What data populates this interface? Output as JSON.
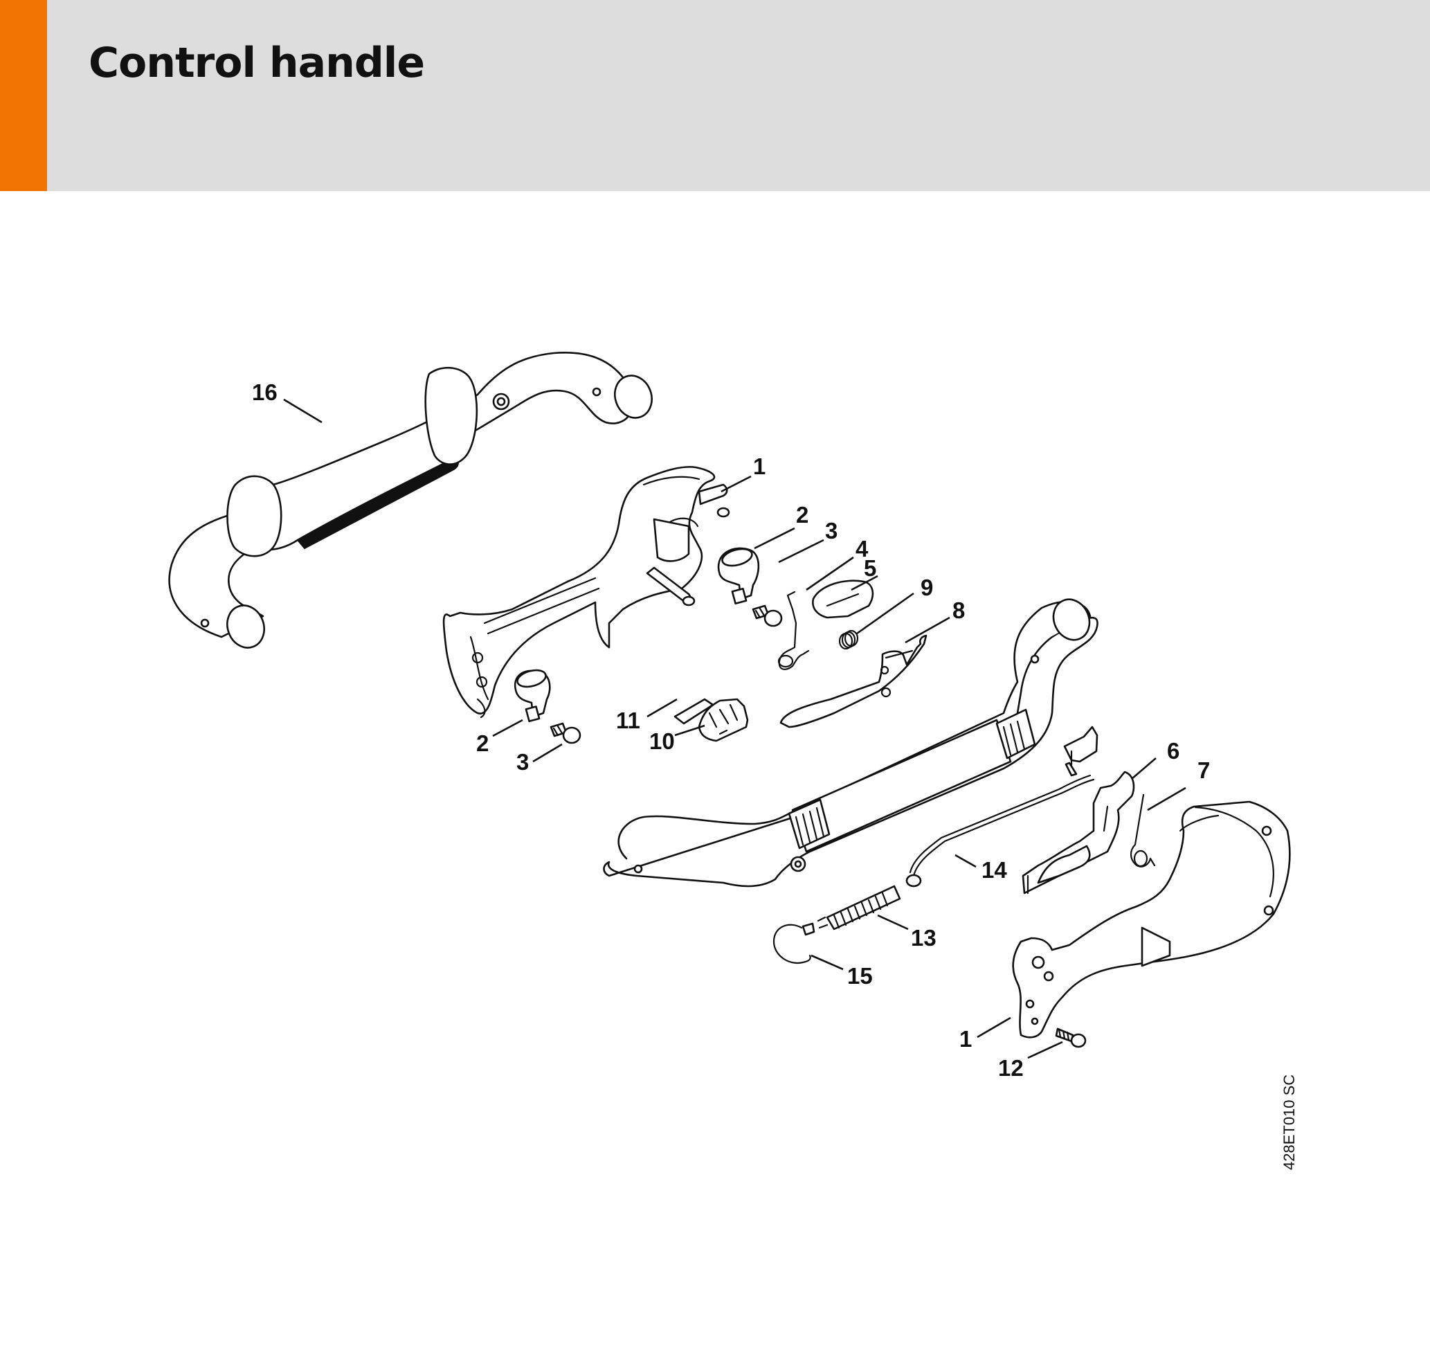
{
  "header": {
    "title": "Control handle",
    "accent_color": "#ef7400",
    "band_color": "#dcdddc"
  },
  "diagram": {
    "drawing_code": "428ET010 SC",
    "callouts": [
      {
        "id": "c16",
        "text": "16"
      },
      {
        "id": "c1a",
        "text": "1"
      },
      {
        "id": "c2a",
        "text": "2"
      },
      {
        "id": "c3a",
        "text": "3"
      },
      {
        "id": "c4",
        "text": "4"
      },
      {
        "id": "c5",
        "text": "5"
      },
      {
        "id": "c9",
        "text": "9"
      },
      {
        "id": "c8",
        "text": "8"
      },
      {
        "id": "c11",
        "text": "11"
      },
      {
        "id": "c10",
        "text": "10"
      },
      {
        "id": "c2b",
        "text": "2"
      },
      {
        "id": "c3b",
        "text": "3"
      },
      {
        "id": "c6",
        "text": "6"
      },
      {
        "id": "c7",
        "text": "7"
      },
      {
        "id": "c14",
        "text": "14"
      },
      {
        "id": "c13",
        "text": "13"
      },
      {
        "id": "c15",
        "text": "15"
      },
      {
        "id": "c1b",
        "text": "1"
      },
      {
        "id": "c12",
        "text": "12"
      }
    ]
  }
}
